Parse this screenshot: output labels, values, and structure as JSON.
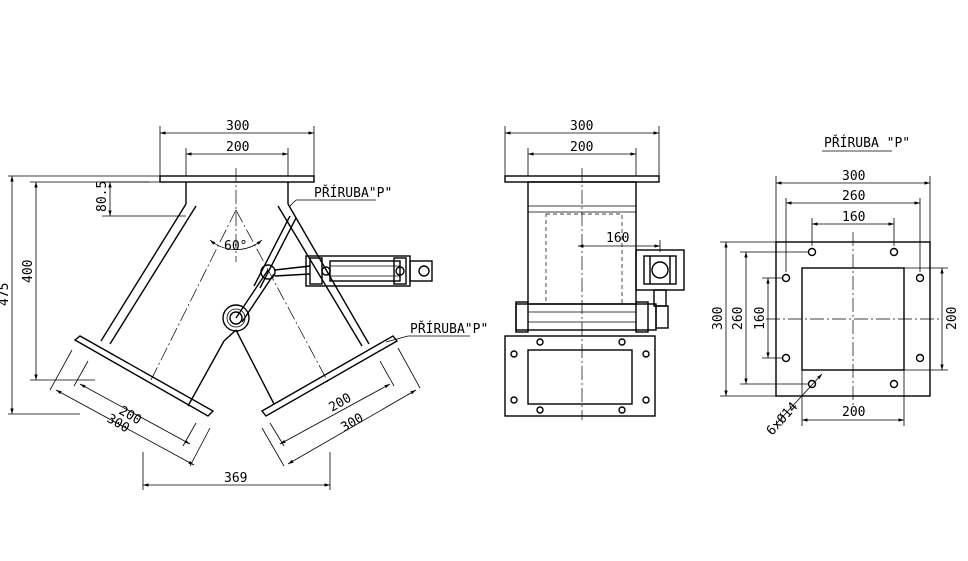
{
  "views": {
    "front": {
      "dims": {
        "top_outer": "300",
        "top_inner": "200",
        "flange_height": "80.5",
        "angle": "60°",
        "height_full": "475",
        "height_flange": "400",
        "left_inner": "200",
        "left_outer": "300",
        "right_inner": "200",
        "right_outer": "300",
        "bottom_spacing": "369"
      },
      "labels": {
        "flange_top": "PŘÍRUBA\"P\"",
        "flange_right": "PŘÍRUBA\"P\""
      }
    },
    "side": {
      "dims": {
        "top_outer": "300",
        "top_inner": "200",
        "depth": "160"
      }
    },
    "flange": {
      "title": "PŘÍRUBA \"P\"",
      "dims": {
        "width_outer": "300",
        "width_bolts": "260",
        "width_mid": "160",
        "height_outer": "300",
        "height_bolts": "260",
        "height_mid": "160",
        "opening_height": "200",
        "opening_width": "200",
        "holes": "6xØ14"
      }
    }
  }
}
